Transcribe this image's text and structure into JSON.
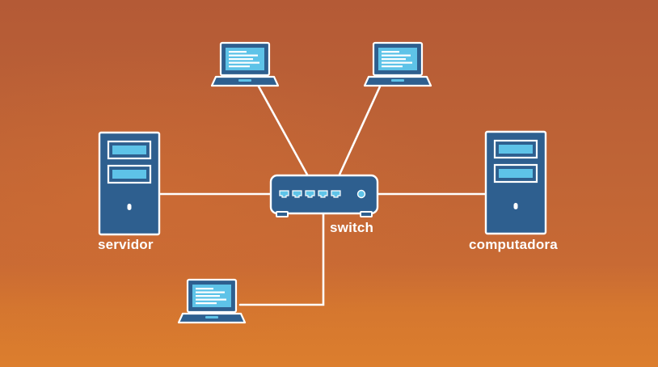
{
  "colors": {
    "device_fill": "#2e5f8f",
    "device_outline": "#ffffff",
    "screen_fill": "#5ec3e8",
    "screen_text": "#ffffff",
    "link": "#ffffff"
  },
  "nodes": {
    "switch": {
      "label": "switch",
      "icon": "network-switch-icon"
    },
    "server": {
      "label": "servidor",
      "icon": "server-tower-icon"
    },
    "computer": {
      "label": "computadora",
      "icon": "desktop-tower-icon"
    },
    "laptops": [
      {
        "icon": "laptop-icon"
      },
      {
        "icon": "laptop-icon"
      },
      {
        "icon": "laptop-icon"
      }
    ]
  },
  "links": [
    [
      "switch",
      "server"
    ],
    [
      "switch",
      "computer"
    ],
    [
      "switch",
      "laptop-1"
    ],
    [
      "switch",
      "laptop-2"
    ],
    [
      "switch",
      "laptop-3"
    ]
  ]
}
